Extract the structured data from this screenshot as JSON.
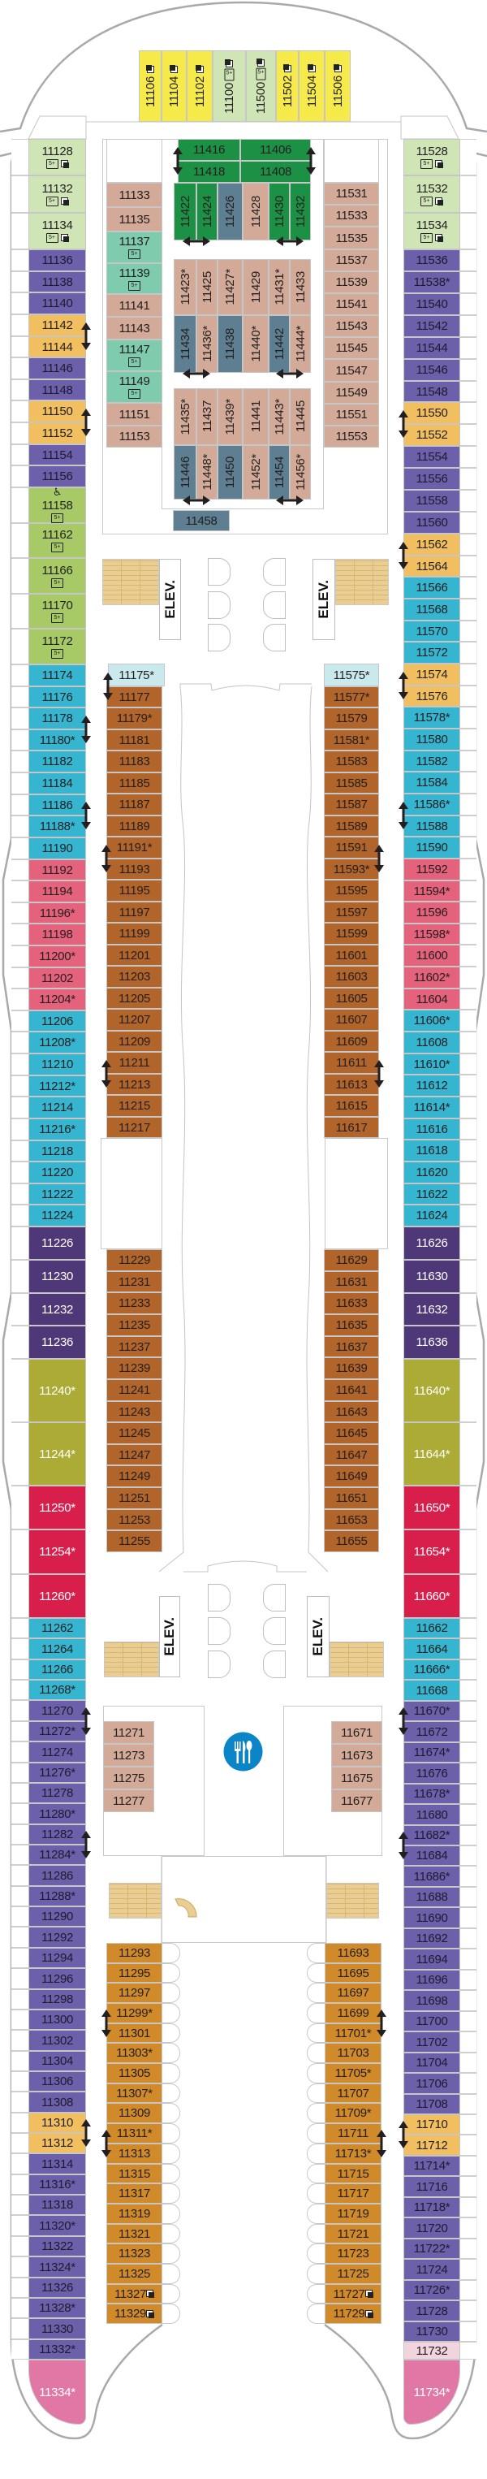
{
  "categories": {
    "yellow": {
      "bg": "#f5ea4a",
      "fg": "#231f20"
    },
    "lightgreen": {
      "bg": "#cfe5b6",
      "fg": "#231f20"
    },
    "purple": {
      "bg": "#6c60aa",
      "fg": "#1f1a2e"
    },
    "darkpurple": {
      "bg": "#4f3878",
      "fg": "#ffffff"
    },
    "gold": {
      "bg": "#f1bf5f",
      "fg": "#231f20"
    },
    "tan": {
      "bg": "#d2aa97",
      "fg": "#231f20"
    },
    "teal": {
      "bg": "#7fcbae",
      "fg": "#231f20"
    },
    "darkgreen": {
      "bg": "#1c9146",
      "fg": "#231f20"
    },
    "slate": {
      "bg": "#5e7f92",
      "fg": "#231f20"
    },
    "green": {
      "bg": "#a7c966",
      "fg": "#231f20"
    },
    "cyan": {
      "bg": "#35b5cf",
      "fg": "#231f20"
    },
    "lightcyan": {
      "bg": "#c9e9ec",
      "fg": "#231f20"
    },
    "brown": {
      "bg": "#b2652a",
      "fg": "#231f20"
    },
    "pink": {
      "bg": "#e5627c",
      "fg": "#231f20"
    },
    "crimson": {
      "bg": "#d81e4b",
      "fg": "#ffffff"
    },
    "olive": {
      "bg": "#abab36",
      "fg": "#ffffff"
    },
    "orange": {
      "bg": "#d08a2a",
      "fg": "#231f20"
    },
    "lightpink": {
      "bg": "#f2d4de",
      "fg": "#231f20"
    },
    "rose": {
      "bg": "#e077a4",
      "fg": "#ffffff"
    }
  },
  "forward": [
    {
      "n": "11106",
      "cat": "yellow"
    },
    {
      "n": "11104",
      "cat": "yellow"
    },
    {
      "n": "11102",
      "cat": "yellow"
    },
    {
      "n": "11100",
      "cat": "lightgreen"
    },
    {
      "n": "11500",
      "cat": "lightgreen"
    },
    {
      "n": "11502",
      "cat": "yellow"
    },
    {
      "n": "11504",
      "cat": "yellow"
    },
    {
      "n": "11506",
      "cat": "yellow"
    }
  ],
  "center": [
    [
      {
        "n": "11416",
        "cat": "darkgreen"
      },
      {
        "n": "11406",
        "cat": "darkgreen"
      }
    ],
    [
      {
        "n": "11418",
        "cat": "darkgreen"
      },
      {
        "n": "11408",
        "cat": "darkgreen"
      }
    ],
    [
      {
        "n": "11422",
        "cat": "darkgreen"
      },
      {
        "n": "11424",
        "cat": "darkgreen"
      },
      {
        "n": "11426",
        "cat": "slate"
      },
      {
        "n": "11428",
        "cat": "tan"
      },
      {
        "n": "11430",
        "cat": "darkgreen"
      },
      {
        "n": "11432",
        "cat": "darkgreen"
      }
    ],
    [
      {
        "n": "11423*",
        "cat": "tan"
      },
      {
        "n": "11425",
        "cat": "tan"
      },
      {
        "n": "11427*",
        "cat": "tan"
      },
      {
        "n": "11429",
        "cat": "tan"
      },
      {
        "n": "11431*",
        "cat": "tan"
      },
      {
        "n": "11433",
        "cat": "tan"
      }
    ],
    [
      {
        "n": "11434",
        "cat": "slate"
      },
      {
        "n": "11436*",
        "cat": "tan"
      },
      {
        "n": "11438",
        "cat": "slate"
      },
      {
        "n": "11440*",
        "cat": "tan"
      },
      {
        "n": "11442",
        "cat": "slate"
      },
      {
        "n": "11444*",
        "cat": "tan"
      }
    ],
    [
      {
        "n": "11435*",
        "cat": "tan"
      },
      {
        "n": "11437",
        "cat": "tan"
      },
      {
        "n": "11439*",
        "cat": "tan"
      },
      {
        "n": "11441",
        "cat": "tan"
      },
      {
        "n": "11443*",
        "cat": "tan"
      },
      {
        "n": "11445",
        "cat": "tan"
      }
    ],
    [
      {
        "n": "11446",
        "cat": "slate"
      },
      {
        "n": "11448*",
        "cat": "tan"
      },
      {
        "n": "11450",
        "cat": "slate"
      },
      {
        "n": "11452*",
        "cat": "tan"
      },
      {
        "n": "11454",
        "cat": "slate"
      },
      {
        "n": "11456*",
        "cat": "tan"
      }
    ],
    [
      {
        "n": "11458",
        "cat": "slate"
      }
    ]
  ],
  "columns": {
    "left_outer": [
      {
        "cat": "lightgreen",
        "cabins": [
          "11128",
          "11132",
          "11134"
        ]
      },
      {
        "cat": "purple",
        "cabins": [
          "11136",
          "11138",
          "11140"
        ]
      },
      {
        "cat": "gold",
        "cabins": [
          "11142",
          "11144"
        ]
      },
      {
        "cat": "purple",
        "cabins": [
          "11146",
          "11148"
        ]
      },
      {
        "cat": "gold",
        "cabins": [
          "11150",
          "11152"
        ]
      },
      {
        "cat": "purple",
        "cabins": [
          "11154",
          "11156"
        ]
      },
      {
        "cat": "green",
        "cabins": [
          "11158",
          "11162",
          "11166",
          "11170",
          "11172"
        ]
      },
      {
        "cat": "cyan",
        "cabins": [
          "11174",
          "11176",
          "11178",
          "11180*",
          "11182",
          "11184",
          "11186",
          "11188*",
          "11190"
        ]
      },
      {
        "cat": "pink",
        "cabins": [
          "11192",
          "11194",
          "11196*",
          "11198",
          "11200*",
          "11202",
          "11204*"
        ]
      },
      {
        "cat": "cyan",
        "cabins": [
          "11206",
          "11208*",
          "11210",
          "11212*",
          "11214",
          "11216*",
          "11218",
          "11220",
          "11222",
          "11224"
        ]
      },
      {
        "cat": "darkpurple",
        "cabins": [
          "11226",
          "11230",
          "11232",
          "11236"
        ]
      },
      {
        "cat": "olive",
        "cabins": [
          "11240*",
          "11244*"
        ]
      },
      {
        "cat": "crimson",
        "cabins": [
          "11250*",
          "11254*",
          "11260*"
        ]
      },
      {
        "cat": "cyan",
        "cabins": [
          "11262",
          "11264",
          "11266",
          "11268*"
        ]
      },
      {
        "cat": "purple",
        "cabins": [
          "11270",
          "11272*",
          "11274",
          "11276*",
          "11278",
          "11280*",
          "11282",
          "11284*",
          "11286",
          "11288*",
          "11290",
          "11292",
          "11294",
          "11296",
          "11298",
          "11300",
          "11302",
          "11304",
          "11306",
          "11308"
        ]
      },
      {
        "cat": "gold",
        "cabins": [
          "11310",
          "11312"
        ]
      },
      {
        "cat": "purple",
        "cabins": [
          "11314",
          "11316*",
          "11318",
          "11320*",
          "11322",
          "11324*",
          "11326",
          "11328*",
          "11330",
          "11332*"
        ]
      },
      {
        "cat": "rose",
        "cabins": [
          "11334*"
        ]
      }
    ],
    "right_outer": [
      {
        "cat": "lightgreen",
        "cabins": [
          "11528",
          "11532",
          "11534"
        ]
      },
      {
        "cat": "purple",
        "cabins": [
          "11536",
          "11538*",
          "11540",
          "11542",
          "11544",
          "11546",
          "11548"
        ]
      },
      {
        "cat": "gold",
        "cabins": [
          "11550",
          "11552"
        ]
      },
      {
        "cat": "purple",
        "cabins": [
          "11554",
          "11556",
          "11558",
          "11560"
        ]
      },
      {
        "cat": "gold",
        "cabins": [
          "11562",
          "11564"
        ]
      },
      {
        "cat": "cyan",
        "cabins": [
          "11566",
          "11568",
          "11570",
          "11572"
        ]
      },
      {
        "cat": "gold",
        "cabins": [
          "11574",
          "11576"
        ]
      },
      {
        "cat": "cyan",
        "cabins": [
          "11578*",
          "11580",
          "11582",
          "11584",
          "11586*",
          "11588",
          "11590"
        ]
      },
      {
        "cat": "pink",
        "cabins": [
          "11592",
          "11594*",
          "11596",
          "11598*",
          "11600",
          "11602*",
          "11604"
        ]
      },
      {
        "cat": "cyan",
        "cabins": [
          "11606*",
          "11608",
          "11610*",
          "11612",
          "11614*",
          "11616",
          "11618",
          "11620",
          "11622",
          "11624"
        ]
      },
      {
        "cat": "darkpurple",
        "cabins": [
          "11626",
          "11630",
          "11632",
          "11636"
        ]
      },
      {
        "cat": "olive",
        "cabins": [
          "11640*",
          "11644*"
        ]
      },
      {
        "cat": "crimson",
        "cabins": [
          "11650*",
          "11654*",
          "11660*"
        ]
      },
      {
        "cat": "cyan",
        "cabins": [
          "11662",
          "11664",
          "11666*",
          "11668"
        ]
      },
      {
        "cat": "purple",
        "cabins": [
          "11670*",
          "11672",
          "11674*",
          "11676",
          "11678*",
          "11680",
          "11682*",
          "11684",
          "11686*",
          "11688",
          "11690",
          "11692",
          "11694",
          "11696",
          "11698",
          "11700",
          "11702",
          "11704",
          "11706",
          "11708"
        ]
      },
      {
        "cat": "gold",
        "cabins": [
          "11710",
          "11712"
        ]
      },
      {
        "cat": "purple",
        "cabins": [
          "11714*",
          "11716",
          "11718*",
          "11720",
          "11722*",
          "11724",
          "11726*",
          "11728",
          "11730"
        ]
      },
      {
        "cat": "lightpink",
        "cabins": [
          "11732"
        ]
      },
      {
        "cat": "rose",
        "cabins": [
          "11734*"
        ]
      }
    ],
    "left_inner": [
      {
        "cat": "tan",
        "cabins": [
          "11133",
          "11135"
        ]
      },
      {
        "cat": "teal",
        "cabins": [
          "11137",
          "11139"
        ]
      },
      {
        "cat": "tan",
        "cabins": [
          "11141",
          "11143"
        ]
      },
      {
        "cat": "teal",
        "cabins": [
          "11147",
          "11149"
        ]
      },
      {
        "cat": "tan",
        "cabins": [
          "11151",
          "11153"
        ]
      },
      {
        "cat": "lightcyan",
        "cabins": [
          "11175*"
        ]
      },
      {
        "cat": "brown",
        "cabins": [
          "11177",
          "11179*",
          "11181",
          "11183",
          "11185",
          "11187",
          "11189",
          "11191*",
          "11193",
          "11195",
          "11197",
          "11199",
          "11201",
          "11203",
          "11205",
          "11207",
          "11209",
          "11211",
          "11213",
          "11215",
          "11217"
        ]
      },
      {
        "cat": "brown",
        "cabins": [
          "11229",
          "11231",
          "11233",
          "11235",
          "11237",
          "11239",
          "11241",
          "11243",
          "11245",
          "11247",
          "11249",
          "11251",
          "11253",
          "11255"
        ]
      },
      {
        "cat": "tan",
        "cabins": [
          "11271",
          "11273",
          "11275",
          "11277"
        ]
      },
      {
        "cat": "orange",
        "cabins": [
          "11293",
          "11295",
          "11297",
          "11299*",
          "11301",
          "11303*",
          "11305",
          "11307*",
          "11309",
          "11311*",
          "11313",
          "11315",
          "11317",
          "11319",
          "11321",
          "11323",
          "11325",
          "11327",
          "11329"
        ]
      }
    ],
    "right_inner": [
      {
        "cat": "tan",
        "cabins": [
          "11531",
          "11533",
          "11535",
          "11537",
          "11539",
          "11541",
          "11543",
          "11545",
          "11547",
          "11549",
          "11551",
          "11553"
        ]
      },
      {
        "cat": "lightcyan",
        "cabins": [
          "11575*"
        ]
      },
      {
        "cat": "brown",
        "cabins": [
          "11577*",
          "11579",
          "11581*",
          "11583",
          "11585",
          "11587",
          "11589",
          "11591",
          "11593*",
          "11595",
          "11597",
          "11599",
          "11601",
          "11603",
          "11605",
          "11607",
          "11609",
          "11611",
          "11613",
          "11615",
          "11617"
        ]
      },
      {
        "cat": "brown",
        "cabins": [
          "11629",
          "11631",
          "11633",
          "11635",
          "11637",
          "11639",
          "11641",
          "11643",
          "11645",
          "11647",
          "11649",
          "11651",
          "11653",
          "11655"
        ]
      },
      {
        "cat": "tan",
        "cabins": [
          "11671",
          "11673",
          "11675",
          "11677"
        ]
      },
      {
        "cat": "orange",
        "cabins": [
          "11693",
          "11695",
          "11697",
          "11699",
          "11701*",
          "11703",
          "11705*",
          "11707",
          "11709*",
          "11711",
          "11713*",
          "11715",
          "11717",
          "11719",
          "11721",
          "11723",
          "11725",
          "11727",
          "11729"
        ]
      }
    ]
  },
  "cabin_icons": {
    "11106": [
      "sofa-bed"
    ],
    "11104": [
      "sofa-bed"
    ],
    "11102": [
      "sofa-bed"
    ],
    "11100": [
      "five-plus",
      "sofa-bed"
    ],
    "11500": [
      "five-plus",
      "sofa-bed"
    ],
    "11502": [
      "sofa-bed"
    ],
    "11504": [
      "sofa-bed"
    ],
    "11506": [
      "sofa-bed"
    ],
    "11128": [
      "five-plus",
      "sofa-bed"
    ],
    "11132": [
      "five-plus",
      "sofa-bed"
    ],
    "11134": [
      "five-plus",
      "sofa-bed"
    ],
    "11528": [
      "five-plus",
      "sofa-bed"
    ],
    "11532": [
      "five-plus",
      "sofa-bed"
    ],
    "11534": [
      "five-plus",
      "sofa-bed"
    ],
    "11137": [
      "five-plus"
    ],
    "11139": [
      "five-plus"
    ],
    "11147": [
      "five-plus"
    ],
    "11149": [
      "five-plus"
    ],
    "11158": [
      "accessible",
      "five-plus"
    ],
    "11162": [
      "five-plus"
    ],
    "11166": [
      "five-plus"
    ],
    "11170": [
      "five-plus"
    ],
    "11172": [
      "five-plus"
    ],
    "11327": [
      "sofa-bed"
    ],
    "11329": [
      "sofa-bed"
    ],
    "11727": [
      "sofa-bed"
    ],
    "11729": [
      "sofa-bed"
    ]
  },
  "connecting_pairs": [
    [
      "11142",
      "11144"
    ],
    [
      "11150",
      "11152"
    ],
    [
      "11178",
      "11180*"
    ],
    [
      "11186",
      "11188*"
    ],
    [
      "11270",
      "11272*"
    ],
    [
      "11282",
      "11284*"
    ],
    [
      "11310",
      "11312"
    ],
    [
      "11550",
      "11552"
    ],
    [
      "11562",
      "11564"
    ],
    [
      "11574",
      "11576"
    ],
    [
      "11586*",
      "11588"
    ],
    [
      "11670*",
      "11672"
    ],
    [
      "11682*",
      "11684"
    ],
    [
      "11710",
      "11712"
    ],
    [
      "11175*",
      "11177"
    ],
    [
      "11191*",
      "11193"
    ],
    [
      "11211",
      "11213"
    ],
    [
      "11299*",
      "11301"
    ],
    [
      "11311*",
      "11313"
    ],
    [
      "11591",
      "11593*"
    ],
    [
      "11611",
      "11613"
    ],
    [
      "11699",
      "11701*"
    ],
    [
      "11711",
      "11713*"
    ],
    [
      "11416",
      "11418"
    ],
    [
      "11406",
      "11408"
    ],
    [
      "11422",
      "11424"
    ],
    [
      "11430",
      "11432"
    ],
    [
      "11434",
      "11436*"
    ],
    [
      "11442",
      "11444*"
    ],
    [
      "11446",
      "11448*"
    ],
    [
      "11454",
      "11456*"
    ]
  ],
  "elevators": [
    "ELEV.",
    "ELEV.",
    "ELEV.",
    "ELEV."
  ],
  "amenities": {
    "dining_icon": "fork-knife-spoon",
    "dining_color": "#0a86c8"
  }
}
